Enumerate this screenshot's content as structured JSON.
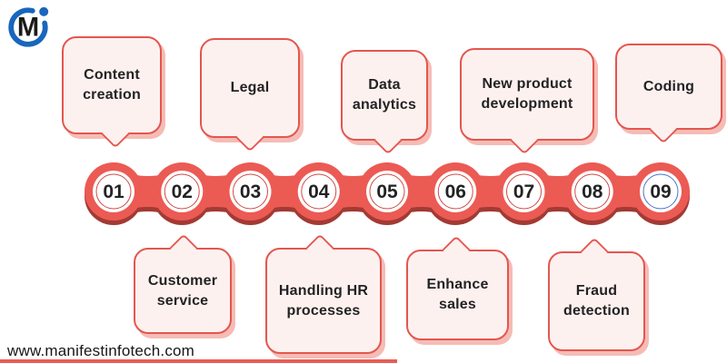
{
  "logo": {
    "letter": "M"
  },
  "nodes": [
    {
      "number": "01",
      "label": "Content creation"
    },
    {
      "number": "02",
      "label": "Customer service"
    },
    {
      "number": "03",
      "label": "Legal"
    },
    {
      "number": "04",
      "label": "Handling HR processes"
    },
    {
      "number": "05",
      "label": "Data analytics"
    },
    {
      "number": "06",
      "label": "Enhance sales"
    },
    {
      "number": "07",
      "label": "New product development"
    },
    {
      "number": "08",
      "label": "Fraud detection"
    },
    {
      "number": "09",
      "label": "Coding"
    }
  ],
  "footer": {
    "website": "www.manifestinfotech.com"
  },
  "colors": {
    "chain": "#ec5a54",
    "chain_shadow": "#a23a33",
    "node_fill": "#ffffff",
    "ring": "#cf4b44",
    "ring_last": "#4a74c9",
    "callout_fill": "#fdf1f0",
    "callout_border": "#e4564e",
    "callout_shadow": "#f5bcb6",
    "text_dark": "#232323",
    "logo_blue": "#1866bd",
    "footer_bar": "#ea5c55"
  }
}
